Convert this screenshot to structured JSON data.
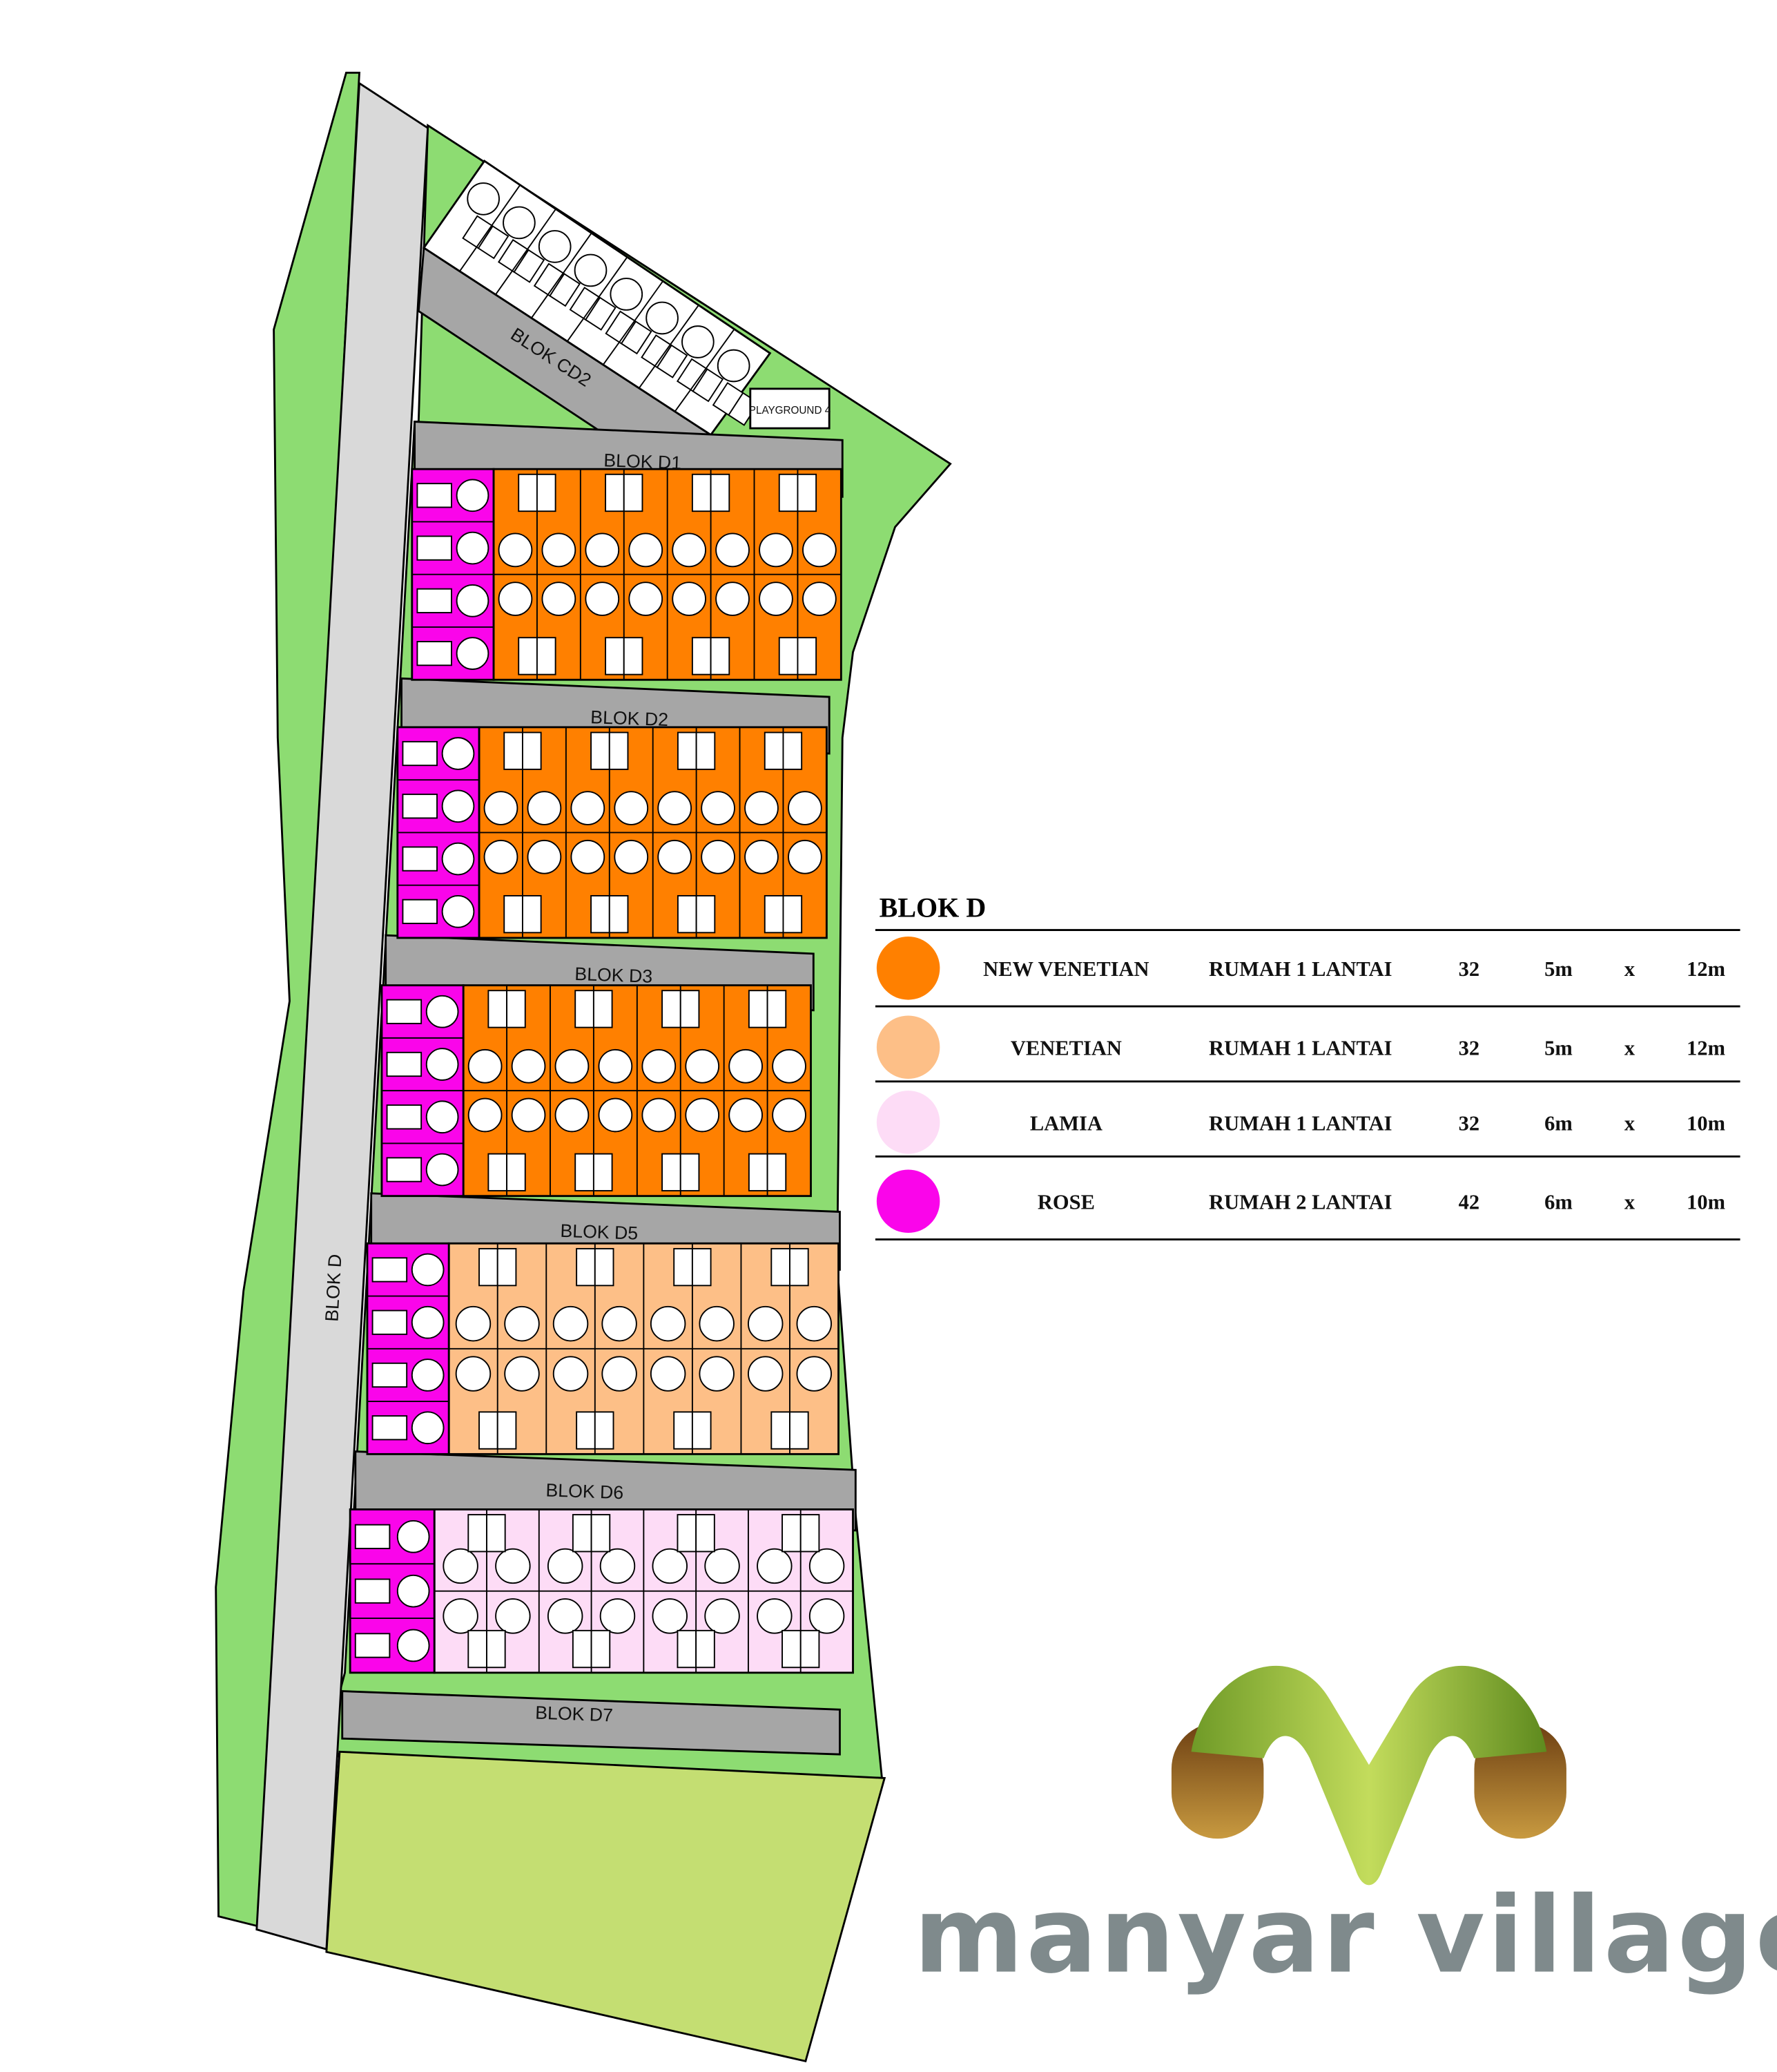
{
  "map": {
    "roads": {
      "main": "BLOK D",
      "cd2": "BLOK CD2",
      "d1": "BLOK D1",
      "d2": "BLOK D2",
      "d3": "BLOK D3",
      "d5": "BLOK D5",
      "d6": "BLOK D6",
      "d7": "BLOK D7"
    },
    "playground": "PLAYGROUND 4",
    "colors": {
      "green": "#8ddc72",
      "park": "#c4de72",
      "road": "#d9d9d9",
      "street": "#a6a6a6",
      "new_venetian": "#ff8000",
      "venetian": "#fdbf87",
      "lamia": "#fddcf6",
      "rose": "#fa05ea"
    }
  },
  "legend": {
    "title": "BLOK D",
    "rows": [
      {
        "name": "NEW VENETIAN",
        "type": "RUMAH 1 LANTAI",
        "units": "32",
        "width": "5m",
        "x": "x",
        "length": "12m",
        "color": "#ff8000"
      },
      {
        "name": "VENETIAN",
        "type": "RUMAH 1 LANTAI",
        "units": "32",
        "width": "5m",
        "x": "x",
        "length": "12m",
        "color": "#fdbf87"
      },
      {
        "name": "LAMIA",
        "type": "RUMAH 1 LANTAI",
        "units": "32",
        "width": "6m",
        "x": "x",
        "length": "10m",
        "color": "#fddcf6"
      },
      {
        "name": "ROSE",
        "type": "RUMAH 2 LANTAI",
        "units": "42",
        "width": "6m",
        "x": "x",
        "length": "10m",
        "color": "#fa05ea"
      }
    ]
  },
  "brand": {
    "name": "manyar village",
    "colors": {
      "green": "#8cb43c",
      "brown": "#8c5a1e",
      "text": "#7f8a8c"
    }
  }
}
